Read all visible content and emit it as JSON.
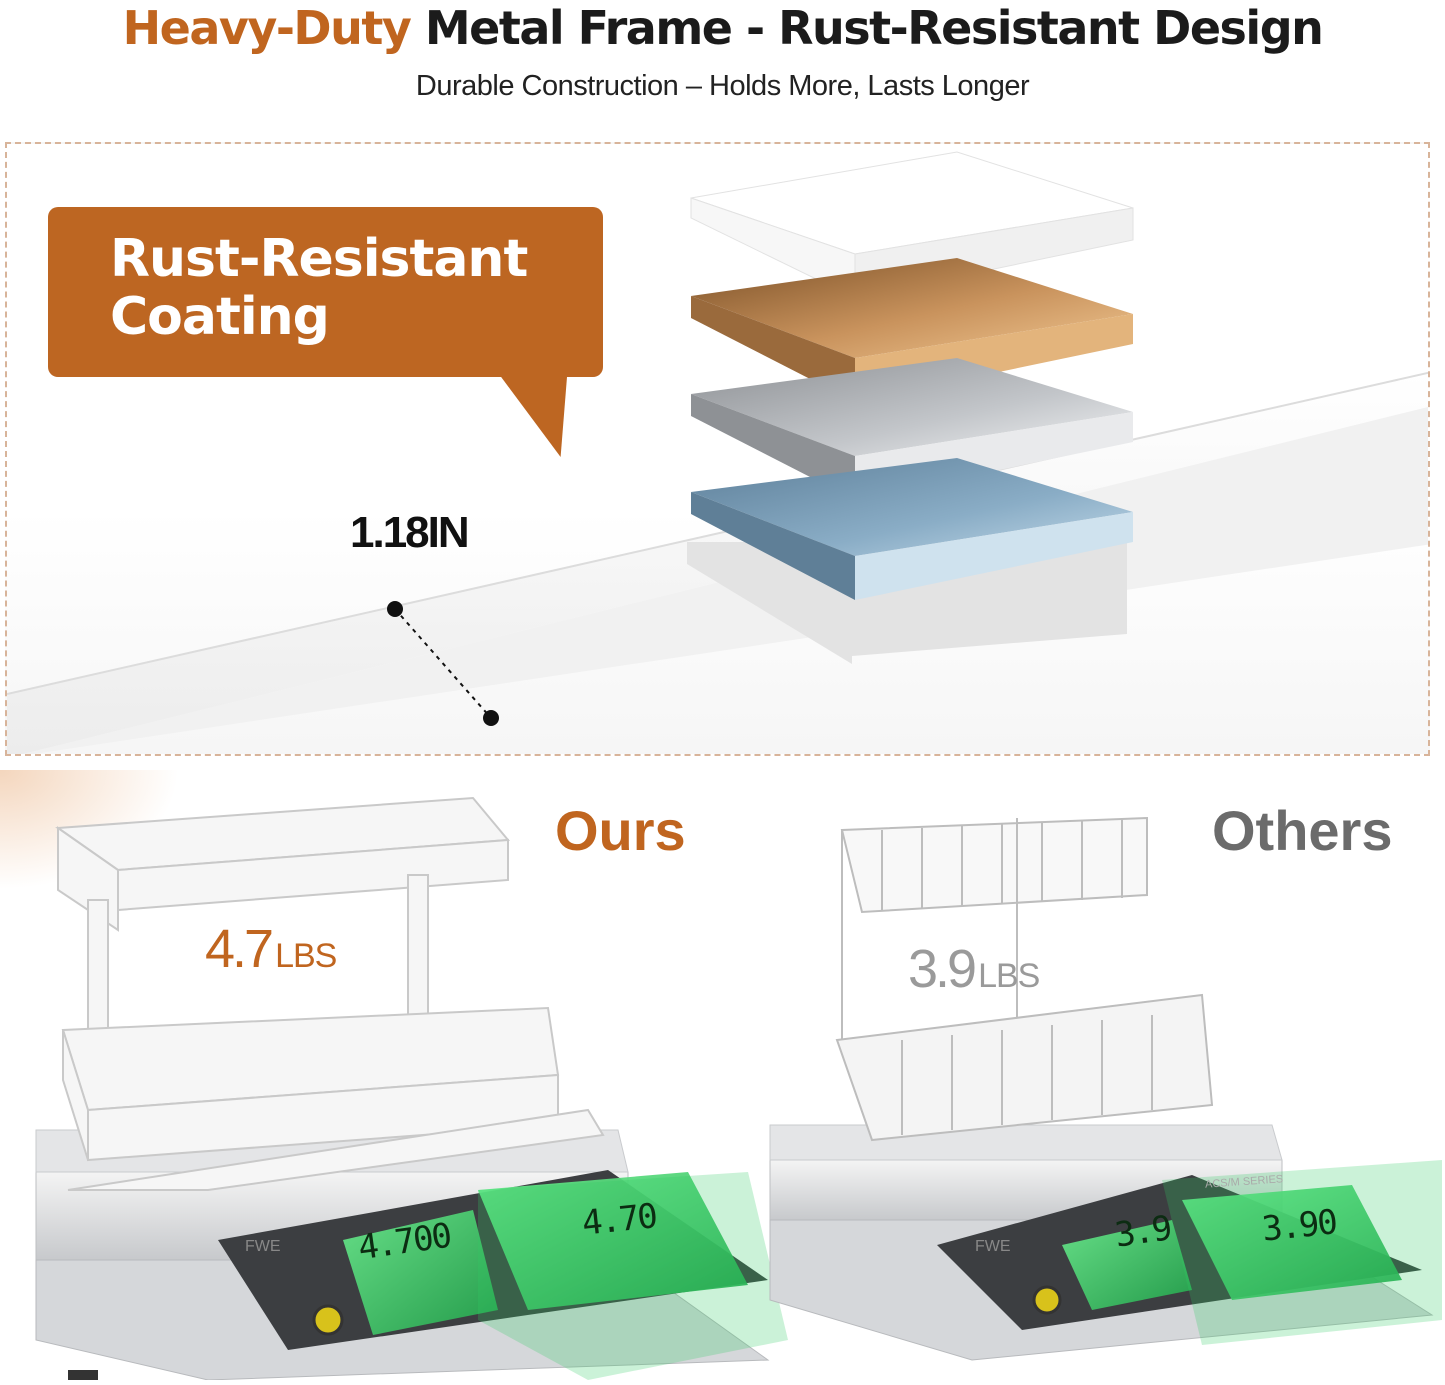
{
  "header": {
    "title_accent": "Heavy-Duty",
    "title_rest": " Metal Frame - Rust-Resistant Design",
    "subtitle": "Durable Construction – Holds More, Lasts Longer"
  },
  "coating": {
    "callout_line1": "Rust-Resistant",
    "callout_line2": "Coating",
    "thickness": "1.18IN",
    "layer_colors": [
      "#ffffff",
      "#c8894a",
      "#b9bcc0",
      "#7fa3bf"
    ]
  },
  "comparison": {
    "ours": {
      "label": "Ours",
      "weight_value": "4.7",
      "weight_unit": "LBS",
      "scale_brand": "FWE",
      "display_reading": "4.70",
      "display_reading_back": "4.700"
    },
    "others": {
      "label": "Others",
      "weight_value": "3.9",
      "weight_unit": "LBS",
      "scale_brand": "FWE",
      "display_reading": "3.90",
      "display_reading_back": "3.9",
      "display_series": "ACS/M SERIES"
    },
    "accent_color": "#c0651f",
    "display_color": "#39d36b"
  }
}
